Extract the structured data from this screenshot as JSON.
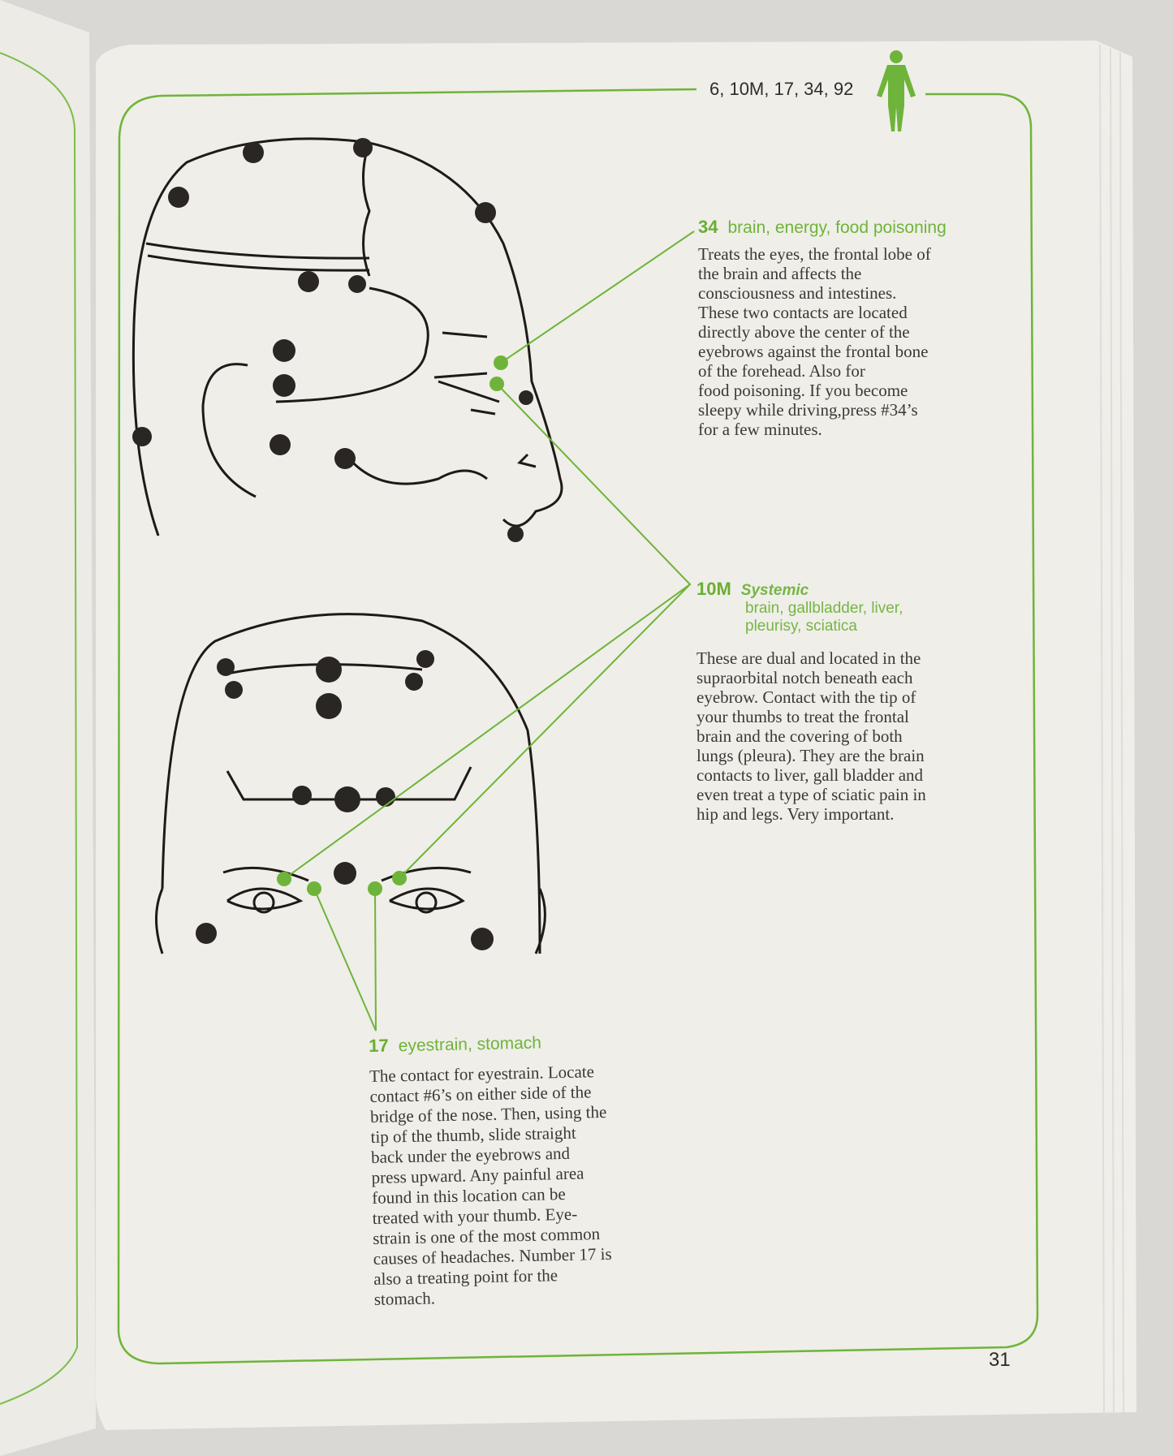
{
  "header": {
    "points_list": "6, 10M, 17, 34, 92",
    "figure_icon": "human-figure-icon"
  },
  "entries": [
    {
      "number": "34",
      "keywords": "brain, energy, food poisoning",
      "body": [
        "Treats the eyes, the frontal lobe of",
        "the brain and affects the",
        "consciousness and intestines.",
        "These two contacts are located",
        "directly above the center of the",
        "eyebrows against the frontal bone",
        "of the forehead. Also  for",
        "food poisoning. If you become",
        "sleepy while driving,press #34’s",
        "for a few minutes."
      ]
    },
    {
      "number": "10M",
      "category": "Systemic",
      "keywords": [
        "brain, gallbladder, liver,",
        "pleurisy, sciatica"
      ],
      "body": [
        "These are dual and located in the",
        "supraorbital notch beneath each",
        "eyebrow. Contact with the tip of",
        "your thumbs to treat the frontal",
        "brain and the covering of both",
        "lungs (pleura). They are the brain",
        "contacts to liver, gall bladder and",
        "even treat a type of sciatic pain in",
        "hip and legs. Very important."
      ]
    },
    {
      "number": "17",
      "keywords": "eyestrain, stomach",
      "body": [
        "The contact for eyestrain. Locate",
        "contact #6’s on either side of the",
        "bridge of the nose. Then, using the",
        "tip of the thumb, slide straight",
        "back under the eyebrows and",
        "press upward. Any painful area",
        "found in this location can be",
        "treated with your thumb. Eye-",
        "strain is one of the most common",
        "causes of headaches. Number 17 is",
        "also a treating point for the",
        "stomach."
      ]
    }
  ],
  "page_number": "31",
  "colors": {
    "accent": "#6fb43a",
    "paper": "#efeee8",
    "ink": "#2a2624"
  }
}
